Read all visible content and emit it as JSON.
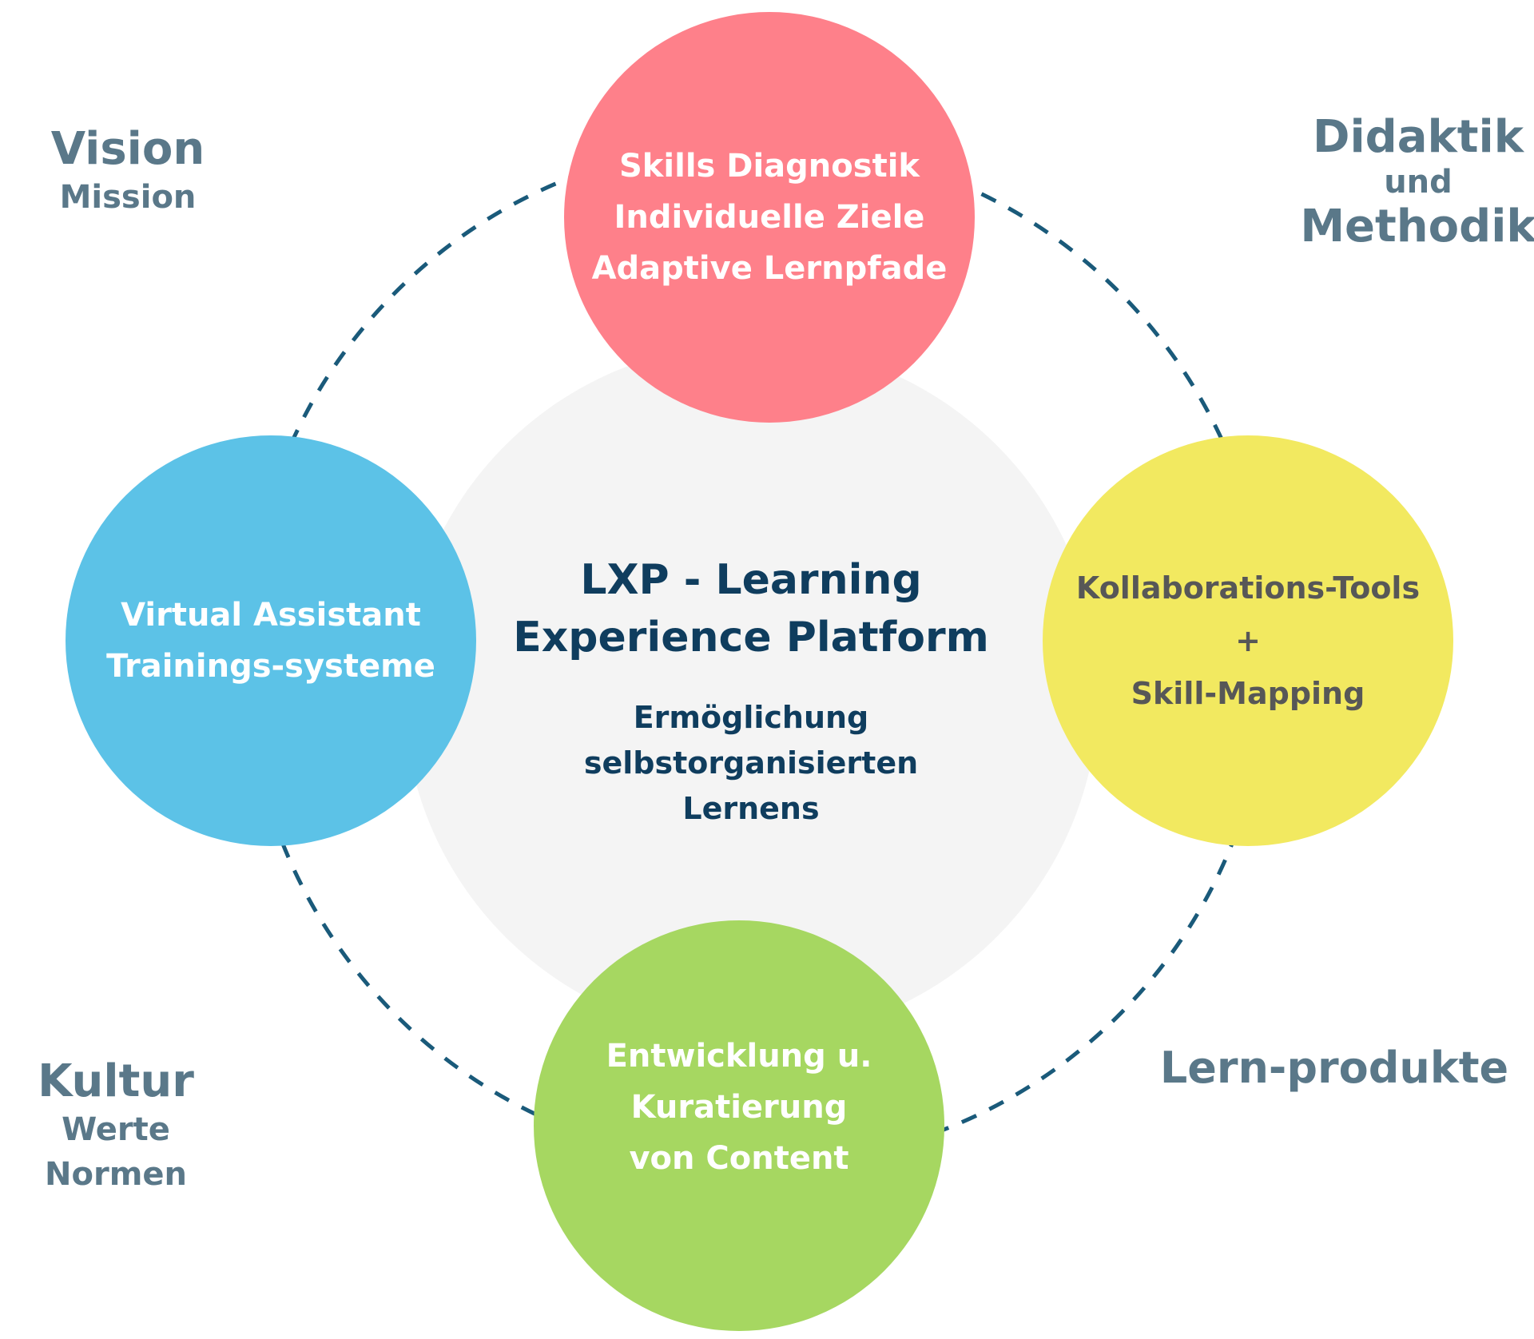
{
  "colors": {
    "ring_dash": "#1a5a7a",
    "center_fill": "#f4f4f4",
    "center_text": "#0f3d5e",
    "corner_text": "#5a7889",
    "pink": "#fe808a",
    "blue": "#5cc2e7",
    "yellow": "#f2e960",
    "green": "#a6d761"
  },
  "center": {
    "title_lines": [
      "LXP - Learning",
      "Experience Platform"
    ],
    "subtitle_lines": [
      "Ermöglichung",
      "selbstorganisierten",
      "Lernens"
    ]
  },
  "nodes": {
    "top": {
      "lines": [
        "Skills Diagnostik",
        "Individuelle Ziele",
        "Adaptive Lernpfade"
      ]
    },
    "left": {
      "lines": [
        "Virtual Assistant",
        "Trainings-systeme"
      ]
    },
    "right": {
      "lines": [
        "Kollaborations-Tools",
        "+",
        "Skill-Mapping"
      ]
    },
    "bottom": {
      "lines": [
        "Entwicklung u.",
        "Kuratierung",
        "von Content"
      ]
    }
  },
  "corners": {
    "top_left": {
      "title": "Vision",
      "sub": "Mission"
    },
    "top_right": {
      "title": "Didaktik",
      "connector": "und",
      "title2": "Methodik"
    },
    "bottom_left": {
      "title": "Kultur",
      "sub_lines": [
        "Werte",
        "Normen"
      ]
    },
    "bottom_right": {
      "title": "Lern-produkte"
    }
  }
}
